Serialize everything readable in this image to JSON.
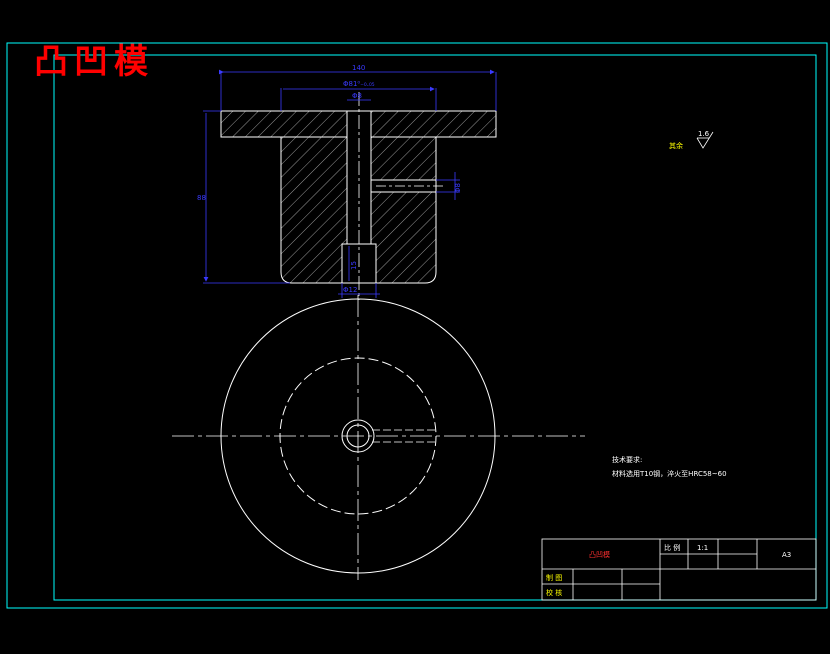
{
  "drawing": {
    "title_stamp": "凸凹模",
    "dimensions": {
      "overall_width": "140",
      "flange_diameter": "Φ81⁰₋₀.₀₅",
      "bore": "Φ8",
      "height": "88",
      "side_hole": "Φ8",
      "counterbore_depth": "15",
      "counterbore_diameter": "Φ12"
    },
    "surface_finish": {
      "label": "其余",
      "value": "1.6"
    },
    "tech_notes": {
      "heading": "技术要求:",
      "line1": "材料选用T10钢，淬火至HRC58~60"
    },
    "title_block": {
      "part_name": "凸凹模",
      "scale_label": "比 例",
      "scale_value": "1:1",
      "sheet_size": "A3",
      "drawn_label": "制 图",
      "checked_label": "校 核"
    },
    "colors": {
      "border": "#00ffff",
      "outline": "#ffffff",
      "dimension": "#3a3aff",
      "stamp": "#ff0000",
      "hatch": "#ffffff"
    }
  }
}
